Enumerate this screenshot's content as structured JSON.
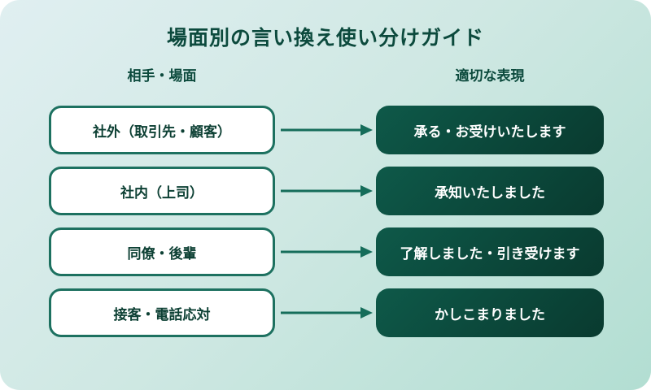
{
  "title": "場面別の言い換え使い分けガイド",
  "columns": {
    "left_header": "相手・場面",
    "right_header": "適切な表現"
  },
  "rows": [
    {
      "situation": "社外（取引先・顧客）",
      "expression": "承る・お受けいたします"
    },
    {
      "situation": "社内（上司）",
      "expression": "承知いたしました"
    },
    {
      "situation": "同僚・後輩",
      "expression": "了解しました・引き受けます"
    },
    {
      "situation": "接客・電話応対",
      "expression": "かしこまりました"
    }
  ],
  "colors": {
    "background_gradient_start": "#e0eff1",
    "background_gradient_end": "#b2ded2",
    "dark_box_gradient_start": "#0e5949",
    "dark_box_gradient_end": "#093a2f",
    "box_border": "#1d7160",
    "arrow": "#156d5a",
    "heading_text": "#0c4a3d",
    "situation_text": "#0d4034",
    "expression_text": "#ffffff"
  }
}
